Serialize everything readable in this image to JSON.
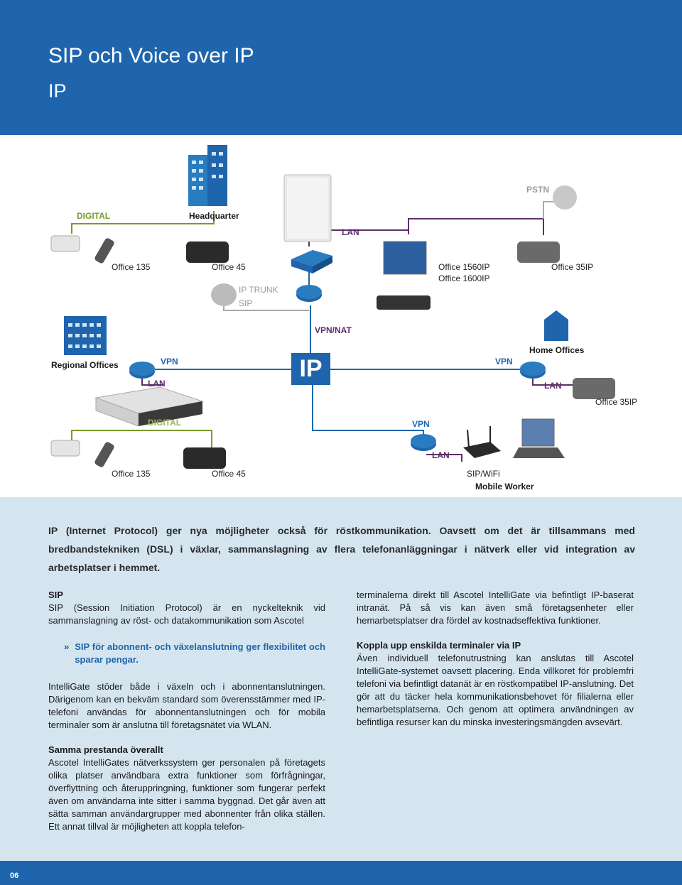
{
  "header": {
    "title": "SIP och Voice over IP",
    "subtitle": "IP"
  },
  "diagram": {
    "labels": {
      "pstn": "PSTN",
      "digital_top": "DIGITAL",
      "headquarter": "Headquarter",
      "lan_top": "LAN",
      "office135_top": "Office 135",
      "office45_top": "Office 45",
      "office1560": "Office 1560IP",
      "office1600": "Office 1600IP",
      "office35_top": "Office 35IP",
      "ip_trunk": "IP TRUNK",
      "sip": "SIP",
      "vpn_nat": "VPN/NAT",
      "regional_offices": "Regional Offices",
      "vpn_left": "VPN",
      "lan_left": "LAN",
      "ip": "IP",
      "vpn_right": "VPN",
      "home_offices": "Home Offices",
      "lan_right": "LAN",
      "office35_right": "Office 35IP",
      "digital_mid": "DIGITAL",
      "vpn_mid": "VPN",
      "lan_mid": "LAN",
      "office135_bottom": "Office 135",
      "office45_bottom": "Office 45",
      "sip_wifi": "SIP/WiFi",
      "mobile_worker": "Mobile Worker"
    }
  },
  "intro": "IP (Internet Protocol) ger nya möjligheter också för röstkommunikation. Oavsett om det är tillsammans med bredbandstekniken (DSL) i växlar, sammanslagning av flera telefonanläggningar i nätverk eller vid integration av arbetsplatser i hemmet.",
  "left_col": {
    "sip_heading": "SIP",
    "sip_text": "SIP (Session Initiation Protocol) är en nyckelteknik vid sammanslagning av röst- och datakommunikation som Ascotel",
    "quote_mark": "»",
    "quote_text": "SIP för abonnent- och växelanslutning ger flexibilitet och sparar pengar.",
    "para2": "IntelliGate stöder både i växeln och i abonnentanslutningen. Därigenom kan en bekväm standard som överensstämmer med IP-telefoni användas för abonnentanslutningen och för mobila terminaler som är anslutna till företagsnätet via WLAN.",
    "heading2": "Samma prestanda överallt",
    "para3": "Ascotel IntelliGates nätverkssystem ger personalen på företagets olika platser användbara extra funktioner som förfrågningar, överflyttning och återuppringning, funktioner som fungerar perfekt även om användarna inte sitter i samma byggnad. Det går även att sätta samman användargrupper med abonnenter från olika ställen. Ett annat tillval är möjligheten att koppla telefon-"
  },
  "right_col": {
    "para1": "terminalerna direkt till Ascotel IntelliGate via befintligt IP-baserat intranät. På så vis kan även små företagsenheter eller hemarbetsplatser dra fördel av kostnadseffektiva funktioner.",
    "heading": "Koppla upp enskilda terminaler via IP",
    "para2": "Även individuell telefonutrustning kan anslutas till Ascotel IntelliGate-systemet oavsett placering. Enda villkoret för problemfri telefoni via befintligt datanät är en röstkompatibel IP-anslutning. Det gör att du täcker hela kommunikationsbehovet för filialerna eller hemarbetsplatserna. Och genom att optimera användningen av befintliga resurser kan du minska investeringsmängden avsevärt."
  },
  "footer": {
    "page_number": "06"
  },
  "colors": {
    "brand_blue": "#1f65ad",
    "panel_bg": "#d5e5f0",
    "green_line": "#7a9a2e",
    "purple_line": "#5d2f6b"
  }
}
